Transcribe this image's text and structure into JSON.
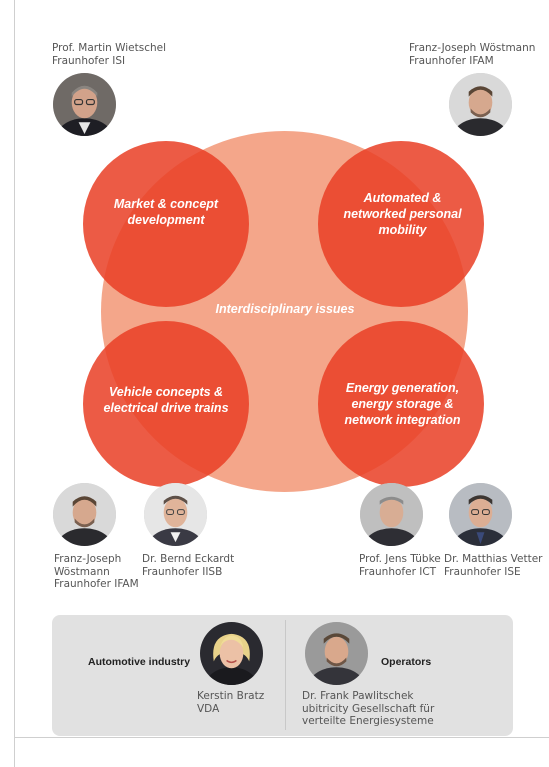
{
  "experts": {
    "top_left": {
      "name": "Prof. Martin Wietschel",
      "org": "Fraunhofer ISI"
    },
    "top_right": {
      "name": "Franz-Joseph Wöstmann",
      "org": "Fraunhofer IFAM"
    },
    "bottom_1": {
      "line1": "Franz-Joseph",
      "line2": "Wöstmann",
      "line3": "Fraunhofer IFAM"
    },
    "bottom_2": {
      "name": "Dr. Bernd Eckardt",
      "org": "Fraunhofer IISB"
    },
    "bottom_3": {
      "name": "Prof. Jens Tübke",
      "org": "Fraunhofer ICT"
    },
    "bottom_4": {
      "name": "Dr. Matthias Vetter",
      "org": "Fraunhofer ISE"
    }
  },
  "topics": {
    "top_left": {
      "line1": "Market & concept",
      "line2": "development"
    },
    "top_right": {
      "line1": "Automated &",
      "line2": "networked personal",
      "line3": "mobility"
    },
    "center": "Interdisciplinary issues",
    "bottom_left": {
      "line1": "Vehicle concepts &",
      "line2": "electrical drive trains"
    },
    "bottom_right": {
      "line1": "Energy generation,",
      "line2": "energy storage &",
      "line3": "network integration"
    }
  },
  "partners": {
    "industry_label": "Automotive industry",
    "industry_person": {
      "name": "Kerstin Bratz",
      "org": "VDA"
    },
    "operators_label": "Operators",
    "operators_person": {
      "name": "Dr. Frank Pawlitschek",
      "org_line1": "ubitricity Gesellschaft für",
      "org_line2": "verteilte Energiesysteme"
    }
  },
  "colors": {
    "big_circle": "#f4a68a",
    "topic_circle": "#e94026",
    "partner_box": "#e1e1e1"
  }
}
